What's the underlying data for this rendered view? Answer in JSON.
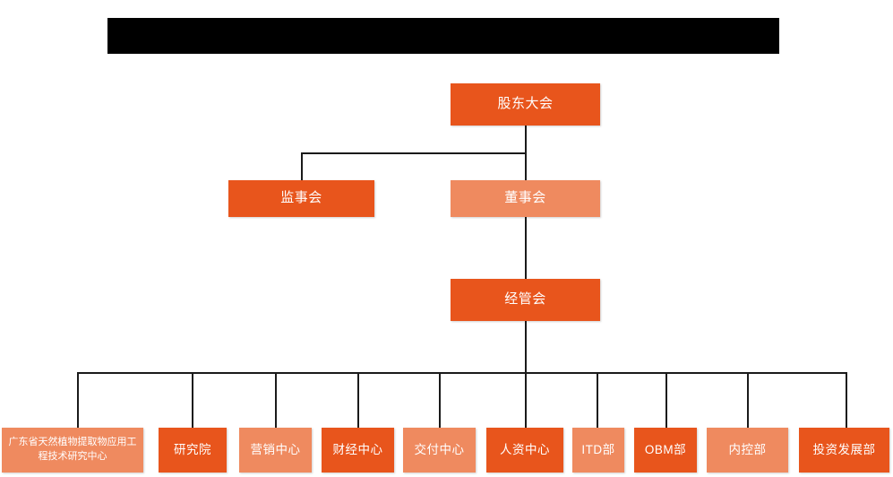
{
  "diagram": {
    "type": "org-chart",
    "title_bar": {
      "name": "redacted-title-bar",
      "text": "",
      "color": "#000000",
      "note": "solid black redaction bar across top"
    },
    "colors": {
      "accent_dark": "#e8551c",
      "accent_light": "#ef8a5f",
      "connector": "#1a1a1a",
      "background": "#ffffff",
      "text": "#ffffff"
    },
    "levels": [
      {
        "level": 1,
        "nodes": [
          {
            "id": "shareholders",
            "label": "股东大会",
            "tone": "dark"
          }
        ]
      },
      {
        "level": 2,
        "nodes": [
          {
            "id": "supervisors",
            "label": "监事会",
            "tone": "dark"
          },
          {
            "id": "directors",
            "label": "董事会",
            "tone": "light"
          }
        ]
      },
      {
        "level": 3,
        "nodes": [
          {
            "id": "management",
            "label": "经管会",
            "tone": "dark"
          }
        ]
      },
      {
        "level": 4,
        "nodes": [
          {
            "id": "rd-center",
            "label": "广东省天然植物提取物应用工程技术研究中心",
            "tone": "light"
          },
          {
            "id": "institute",
            "label": "研究院",
            "tone": "dark"
          },
          {
            "id": "marketing",
            "label": "营销中心",
            "tone": "light"
          },
          {
            "id": "finance",
            "label": "财经中心",
            "tone": "dark"
          },
          {
            "id": "delivery",
            "label": "交付中心",
            "tone": "light"
          },
          {
            "id": "hr",
            "label": "人资中心",
            "tone": "dark"
          },
          {
            "id": "itd",
            "label": "ITD部",
            "tone": "light"
          },
          {
            "id": "obm",
            "label": "OBM部",
            "tone": "dark"
          },
          {
            "id": "internal-control",
            "label": "内控部",
            "tone": "light"
          },
          {
            "id": "investment",
            "label": "投资发展部",
            "tone": "dark"
          }
        ]
      }
    ]
  }
}
